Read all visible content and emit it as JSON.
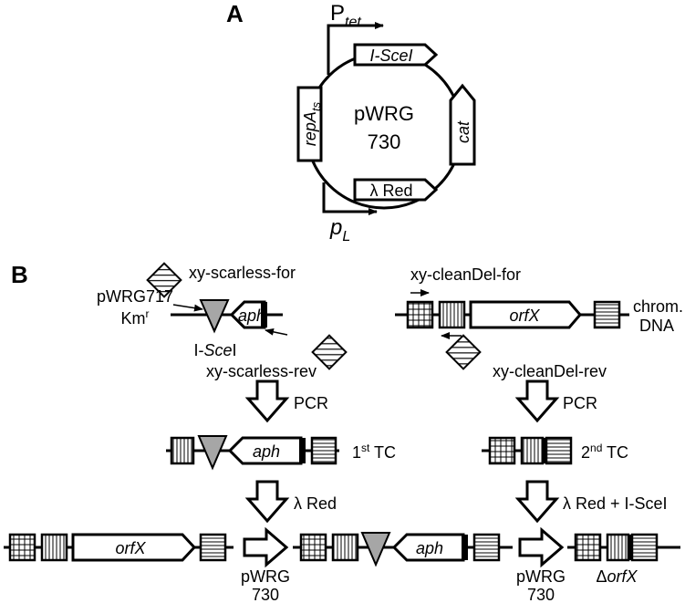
{
  "panels": {
    "a": "A",
    "b": "B"
  },
  "plasmid": {
    "name_line1": "pWRG",
    "name_line2": "730",
    "ptet_p": "P",
    "ptet_sub": "tet",
    "isce": "I-SceI",
    "cat": "cat",
    "repa": "repA",
    "repa_sub": "ts",
    "lred": "λ Red",
    "pl_p": "p",
    "pl_sub": "L"
  },
  "left": {
    "primer_for": "xy-scarless-for",
    "primer_rev": "xy-scarless-rev",
    "template_line1": "pWRG717",
    "template_line2": "Km",
    "template_sup": "r",
    "site_prefix": "I-",
    "site_italic": "Sce",
    "site_suffix": "I",
    "gene": "aph",
    "pcr": "PCR",
    "tc_num": "1",
    "tc_sup": "st",
    "tc_text": " TC",
    "red_step": "λ Red"
  },
  "right": {
    "primer_for": "xy-cleanDel-for",
    "primer_rev": "xy-cleanDel-rev",
    "gene": "orfX",
    "chrom_line1": "chrom.",
    "chrom_line2": "DNA",
    "pcr": "PCR",
    "tc_num": "2",
    "tc_sup": "nd",
    "tc_text": " TC",
    "red_step": "λ Red + I-SceI"
  },
  "bottom": {
    "gene": "orfX",
    "gene2": "aph",
    "helper1_line1": "pWRG",
    "helper1_line2": "730",
    "helper2_line1": "pWRG",
    "helper2_line2": "730",
    "delta": "Δ",
    "deleted": "orfX"
  }
}
